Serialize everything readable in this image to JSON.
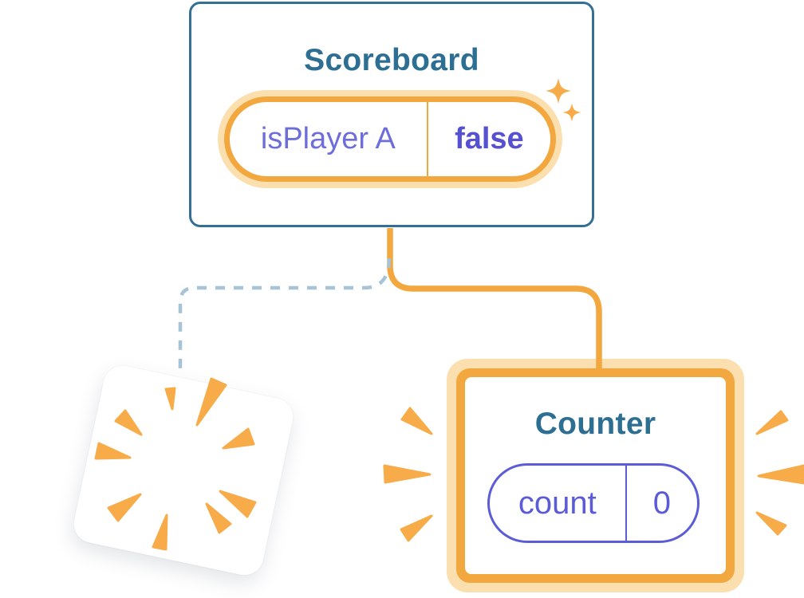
{
  "scoreboard": {
    "title": "Scoreboard",
    "state_key": "isPlayer A",
    "state_value": "false"
  },
  "counter": {
    "title": "Counter",
    "state_key": "count",
    "state_value": "0"
  },
  "colors": {
    "card_border_teal": "#356f94",
    "title_teal": "#2d6e93",
    "accent_orange": "#f3a73f",
    "accent_orange_halo": "#fcdfae",
    "burst_orange": "#f7ac49",
    "state_key_purple": "#6e6eda",
    "state_value_purple": "#5551d0",
    "pill_border_purple": "#5c5cd6",
    "dashed_connector_blue": "#a6c3d8",
    "background": "#ffffff"
  },
  "icons": {
    "sparkles": "sparkle-icon",
    "burst": "burst-ray",
    "emphasis": "emphasis-mark"
  }
}
